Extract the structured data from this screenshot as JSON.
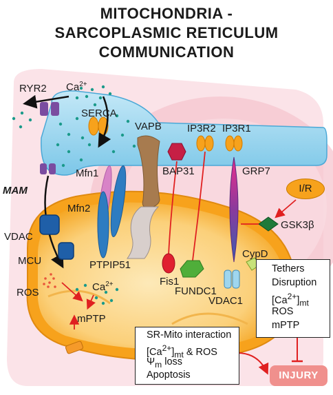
{
  "title": {
    "line1": "MITOCHONDRIA -",
    "line2": "SARCOPLASMIC RETICULUM",
    "line3": "COMMUNICATION"
  },
  "labels": {
    "ryr2": "RYR2",
    "ca_top": "Ca",
    "ca_top_sup": "2+",
    "serca": "SERCA",
    "vapb": "VAPB",
    "ip3r2": "IP3R2",
    "ip3r1": "IP3R1",
    "mam": "MAM",
    "mfn1": "Mfn1",
    "bap31": "BAP31",
    "grp7": "GRP7",
    "mfn2": "Mfn2",
    "ir": "I/R",
    "vdac": "VDAC",
    "gsk3b": "GSK3β",
    "mcu": "MCU",
    "cypd": "CypD",
    "ptpip51": "PTPIP51",
    "fis1": "Fis1",
    "ros": "ROS",
    "ca_mid": "Ca",
    "ca_mid_sup": "2+",
    "fundc1": "FUNDC1",
    "vdac1": "VDAC1",
    "mptp": "mPTP"
  },
  "right_box": {
    "line1": "Tethers",
    "line2": "Disruption",
    "line3_main": "[Ca",
    "line3_sup": "2+",
    "line3_end": "]",
    "line3_sub": "mt",
    "line4": "ROS",
    "line5": "mPTP"
  },
  "bottom_box": {
    "line1": "SR-Mito interaction",
    "line2_main": "[Ca",
    "line2_sup": "2+",
    "line2_end": "]",
    "line2_sub": "mt",
    "line2_tail": " & ROS",
    "line3_psi": "Ψ",
    "line3_sub": "m",
    "line3_tail": " loss",
    "line4": "Apoptosis"
  },
  "injury": "INJURY",
  "colors": {
    "sr": "#9fd6ee",
    "mito_outer": "#f7a21c",
    "mito_inner": "#fbd07a",
    "cell": "#f5c6cf",
    "arrow_red": "#e02020",
    "injury": "#f0908d"
  }
}
